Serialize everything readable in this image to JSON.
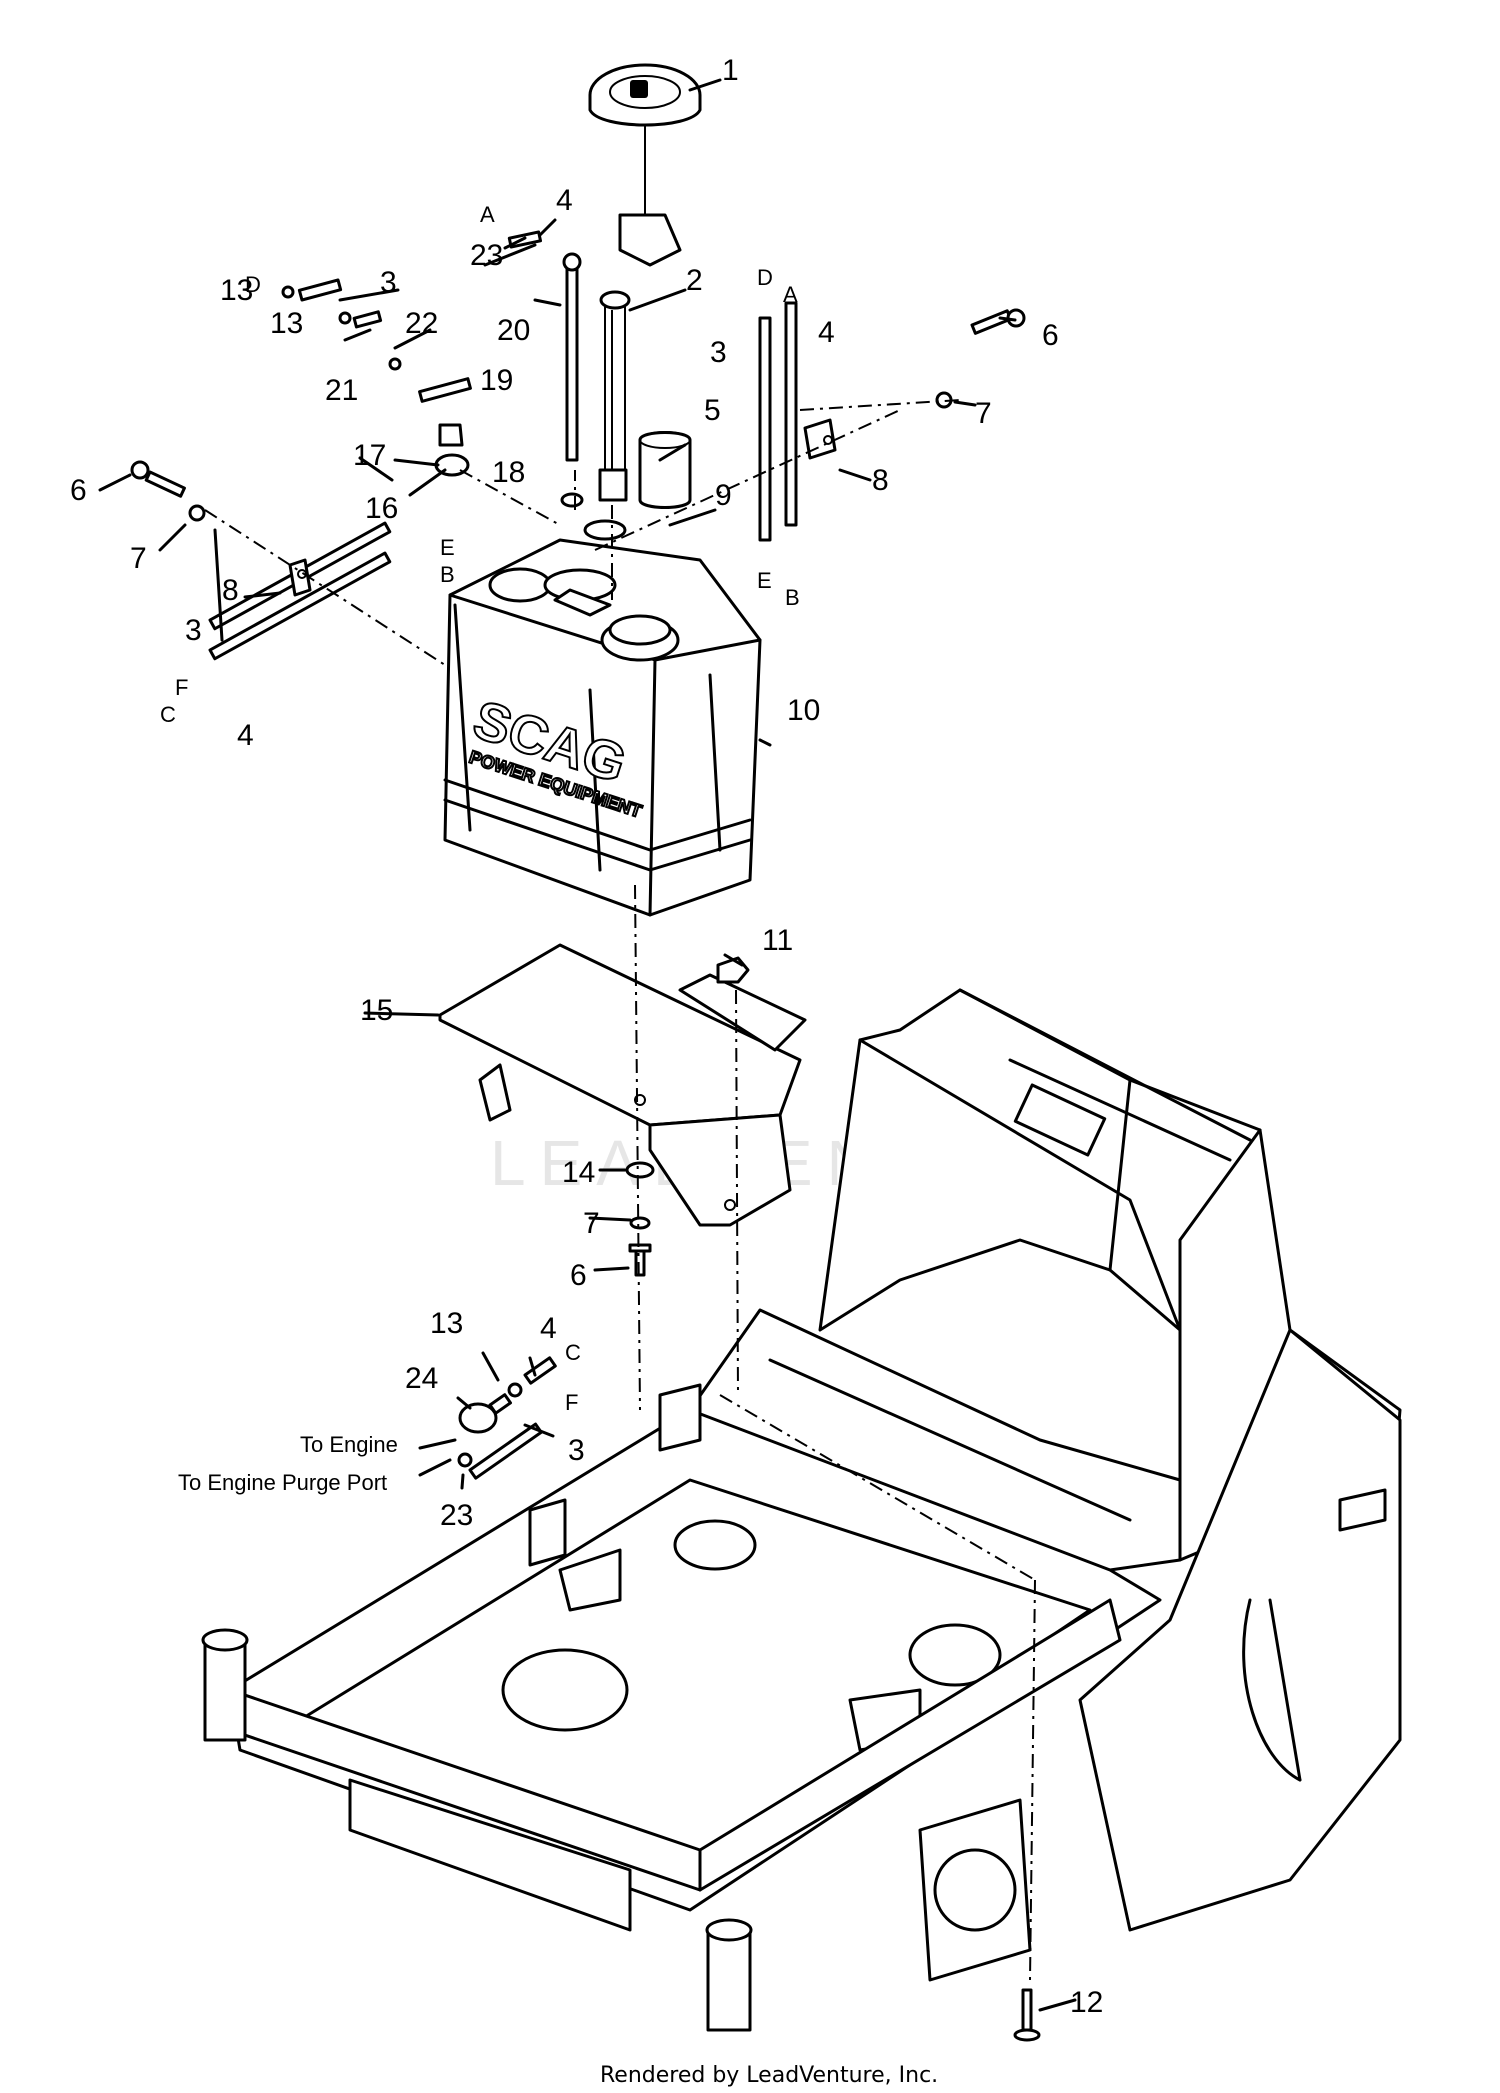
{
  "watermark": "LEADVENTURE",
  "tank_brand": {
    "line1": "SCAG",
    "line2": "POWER EQUIPMENT"
  },
  "callouts": [
    {
      "id": "c1",
      "text": "1"
    },
    {
      "id": "c2",
      "text": "2"
    },
    {
      "id": "c3a",
      "text": "3"
    },
    {
      "id": "c3b",
      "text": "3"
    },
    {
      "id": "c3c",
      "text": "3"
    },
    {
      "id": "c3d",
      "text": "3"
    },
    {
      "id": "c4a",
      "text": "4"
    },
    {
      "id": "c4b",
      "text": "4"
    },
    {
      "id": "c4c",
      "text": "4"
    },
    {
      "id": "c4d",
      "text": "4"
    },
    {
      "id": "c5",
      "text": "5"
    },
    {
      "id": "c6a",
      "text": "6"
    },
    {
      "id": "c6b",
      "text": "6"
    },
    {
      "id": "c6c",
      "text": "6"
    },
    {
      "id": "c7a",
      "text": "7"
    },
    {
      "id": "c7b",
      "text": "7"
    },
    {
      "id": "c7c",
      "text": "7"
    },
    {
      "id": "c8a",
      "text": "8"
    },
    {
      "id": "c8b",
      "text": "8"
    },
    {
      "id": "c9",
      "text": "9"
    },
    {
      "id": "c10",
      "text": "10"
    },
    {
      "id": "c11",
      "text": "11"
    },
    {
      "id": "c12",
      "text": "12"
    },
    {
      "id": "c13a",
      "text": "13"
    },
    {
      "id": "c13b",
      "text": "13"
    },
    {
      "id": "c13c",
      "text": "13"
    },
    {
      "id": "c14",
      "text": "14"
    },
    {
      "id": "c15",
      "text": "15"
    },
    {
      "id": "c16",
      "text": "16"
    },
    {
      "id": "c17",
      "text": "17"
    },
    {
      "id": "c18",
      "text": "18"
    },
    {
      "id": "c19",
      "text": "19"
    },
    {
      "id": "c20",
      "text": "20"
    },
    {
      "id": "c21",
      "text": "21"
    },
    {
      "id": "c22",
      "text": "22"
    },
    {
      "id": "c23a",
      "text": "23"
    },
    {
      "id": "c23b",
      "text": "23"
    },
    {
      "id": "c24",
      "text": "24"
    }
  ],
  "hose_letters": [
    {
      "id": "A1",
      "text": "A"
    },
    {
      "id": "D1",
      "text": "D"
    },
    {
      "id": "D2",
      "text": "D"
    },
    {
      "id": "A2",
      "text": "A"
    },
    {
      "id": "E2",
      "text": "E"
    },
    {
      "id": "B2",
      "text": "B"
    },
    {
      "id": "E1",
      "text": "E"
    },
    {
      "id": "B1",
      "text": "B"
    },
    {
      "id": "F1",
      "text": "F"
    },
    {
      "id": "C1",
      "text": "C"
    },
    {
      "id": "C2",
      "text": "C"
    },
    {
      "id": "F2",
      "text": "F"
    }
  ],
  "notes": {
    "to_engine": "To Engine",
    "to_purge": "To Engine Purge Port"
  },
  "footer": "Rendered by LeadVenture, Inc."
}
